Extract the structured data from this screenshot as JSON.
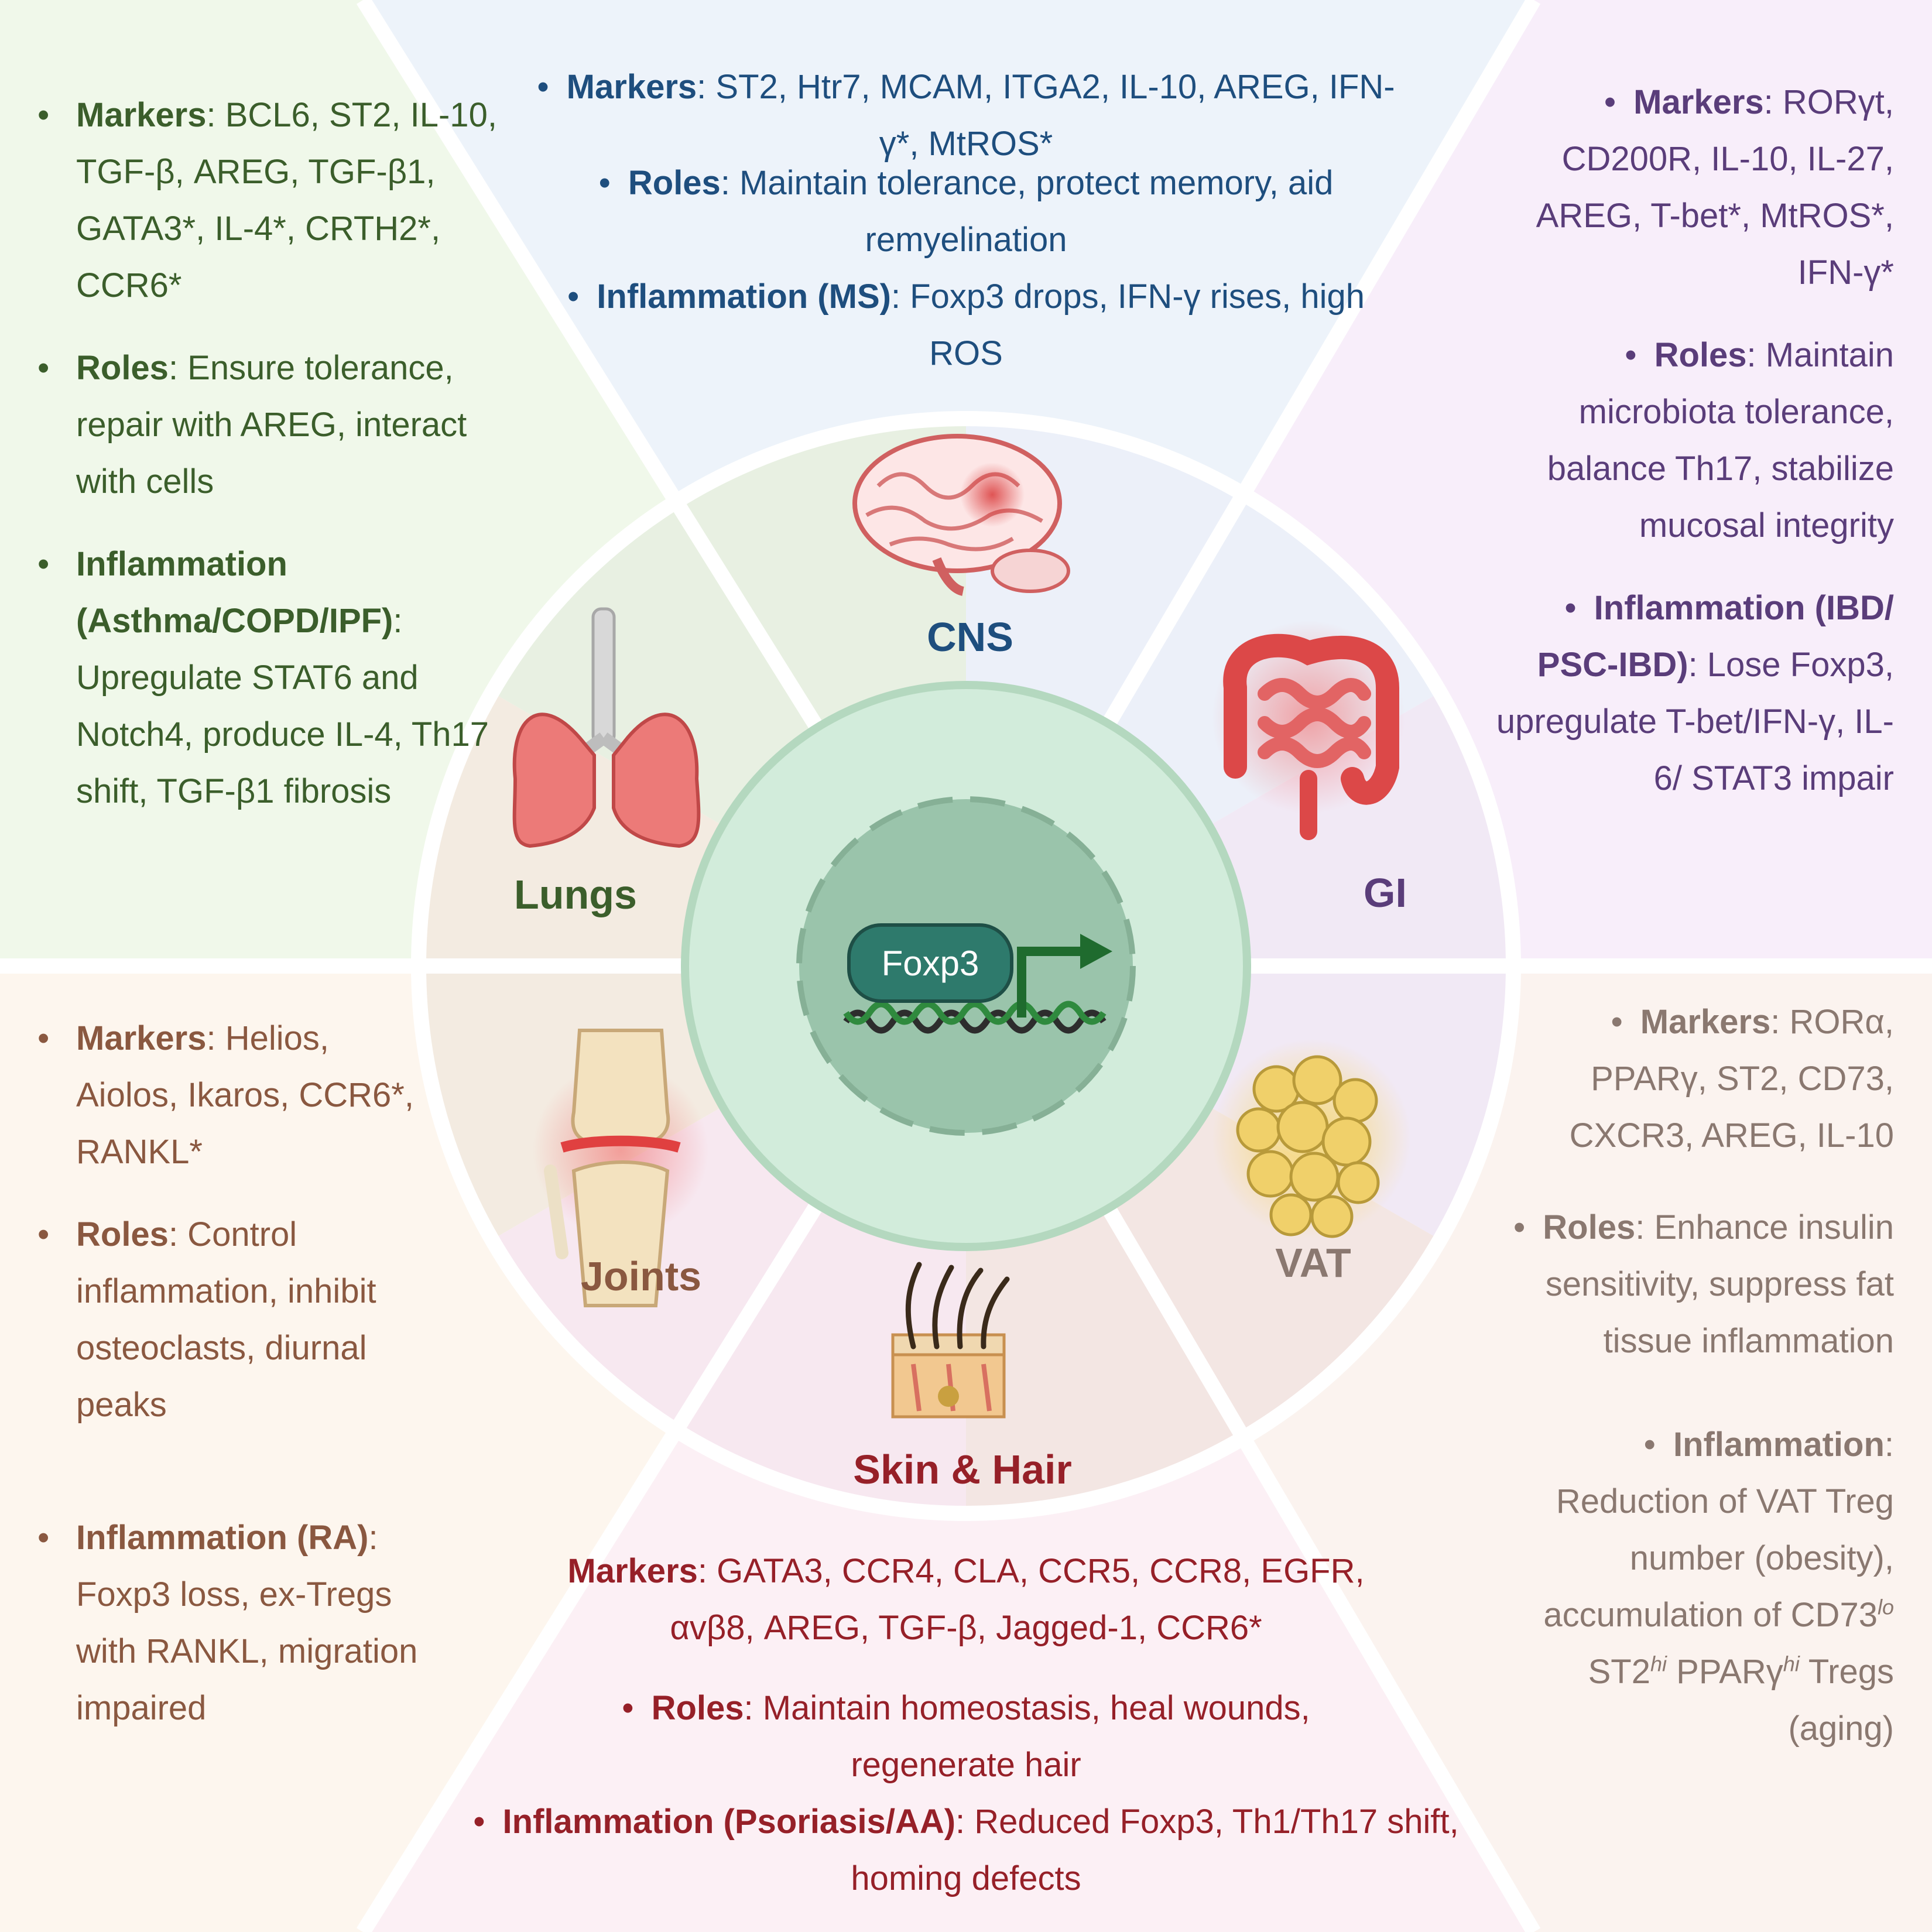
{
  "colors": {
    "lungs": "#3b5e2b",
    "cns": "#1e4e7e",
    "gi": "#5a3d7a",
    "joints": "#8a5840",
    "vat": "#8a7870",
    "skin": "#962028",
    "center_outer": "#d2ecdb",
    "center_inner": "#9ac4ab",
    "foxp3_box": "#2e7a6c"
  },
  "center": {
    "gene_label": "Foxp3"
  },
  "organs": {
    "cns": {
      "label": "CNS",
      "icon": "brain-icon",
      "markers_heading": "Markers",
      "markers_text": ": ST2, Htr7, MCAM, ITGA2, IL-10, AREG, IFN-γ*, MtROS*",
      "roles_heading": "Roles",
      "roles_text": ": Maintain tolerance, protect memory, aid remyelination",
      "inflammation_heading": "Inflammation (MS)",
      "inflammation_text": ": Foxp3 drops, IFN-γ rises, high ROS"
    },
    "lungs": {
      "label": "Lungs",
      "icon": "lungs-icon",
      "markers_heading": "Markers",
      "markers_text": ": BCL6, ST2, IL-10, TGF-β, AREG, TGF-β1, GATA3*, IL-4*, CRTH2*, CCR6*",
      "roles_heading": "Roles",
      "roles_text": ": Ensure tolerance, repair with AREG, interact with cells",
      "inflammation_heading": "Inflammation (Asthma/COPD/IPF)",
      "inflammation_text": ": Upregulate STAT6 and Notch4, produce IL-4, Th17 shift, TGF-β1 fibrosis"
    },
    "gi": {
      "label": "GI",
      "icon": "intestine-icon",
      "markers_heading": "Markers",
      "markers_text": ": RORγt, CD200R, IL-10, IL-27, AREG, T-bet*, MtROS*, IFN-γ*",
      "roles_heading": "Roles",
      "roles_text": ": Maintain microbiota tolerance, balance Th17, stabilize mucosal integrity",
      "inflammation_heading": "Inflammation (IBD/ PSC-IBD)",
      "inflammation_text": ": Lose Foxp3, upregulate T-bet/IFN-γ, IL-6/ STAT3 impair"
    },
    "joints": {
      "label": "Joints",
      "icon": "joint-icon",
      "markers_heading": "Markers",
      "markers_text": ": Helios, Aiolos, Ikaros, CCR6*, RANKL*",
      "roles_heading": "Roles",
      "roles_text": ": Control inflammation, inhibit osteoclasts, diurnal peaks",
      "inflammation_heading": "Inflammation (RA)",
      "inflammation_text": ": Foxp3 loss, ex-Tregs with RANKL, migration impaired"
    },
    "vat": {
      "label": "VAT",
      "icon": "adipocytes-icon",
      "markers_heading": "Markers",
      "markers_text": ": RORα, PPARγ, ST2, CD73, CXCR3, AREG, IL-10",
      "roles_heading": "Roles",
      "roles_text": ": Enhance insulin sensitivity, suppress fat tissue inflammation",
      "inflammation_heading": "Inflammation",
      "inflammation_text": ": Reduction of VAT Treg number (obesity), accumulation of CD73",
      "sup_lo": "lo",
      "inflammation_text_2": "ST2",
      "sup_hi_1": "hi",
      "inflammation_text_3": " PPARγ",
      "sup_hi_2": "hi",
      "inflammation_text_4": " Tregs (aging)"
    },
    "skin": {
      "label": "Skin & Hair",
      "icon": "skin-hair-icon",
      "markers_heading": "Markers",
      "markers_text": ": GATA3, CCR4, CLA, CCR5, CCR8, EGFR, αvβ8, AREG, TGF-β, Jagged-1, CCR6*",
      "roles_heading": "Roles",
      "roles_text": ": Maintain homeostasis, heal wounds, regenerate hair",
      "inflammation_heading": "Inflammation (Psoriasis/AA)",
      "inflammation_text": ": Reduced Foxp3, Th1/Th17 shift, homing defects"
    }
  }
}
